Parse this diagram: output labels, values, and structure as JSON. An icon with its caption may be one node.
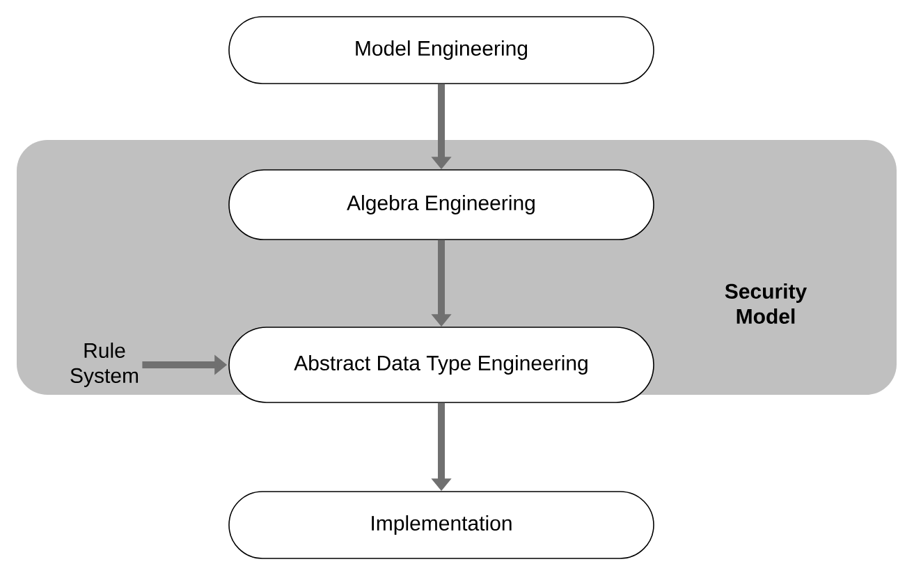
{
  "diagram": {
    "nodes": [
      {
        "text": [
          "Model Engineering"
        ]
      },
      {
        "text": [
          "Security Model"
        ]
      },
      {
        "text": [
          "Algebra Engineering"
        ],
        "in": 1
      },
      {
        "text": [
          "Abstract Data Type Engineering"
        ],
        "in": 1
      },
      {
        "text": [
          "Rule System"
        ],
        "in": 1
      },
      {
        "text": [
          "Implementation"
        ]
      }
    ],
    "edges": [
      {
        "from": 0,
        "to": 2,
        "arrow": "to"
      },
      {
        "from": 2,
        "to": 3,
        "arrow": "to"
      },
      {
        "from": 3,
        "to": 5,
        "arrow": "to"
      },
      {
        "from": 4,
        "to": 3,
        "arrow": "to"
      }
    ]
  }
}
